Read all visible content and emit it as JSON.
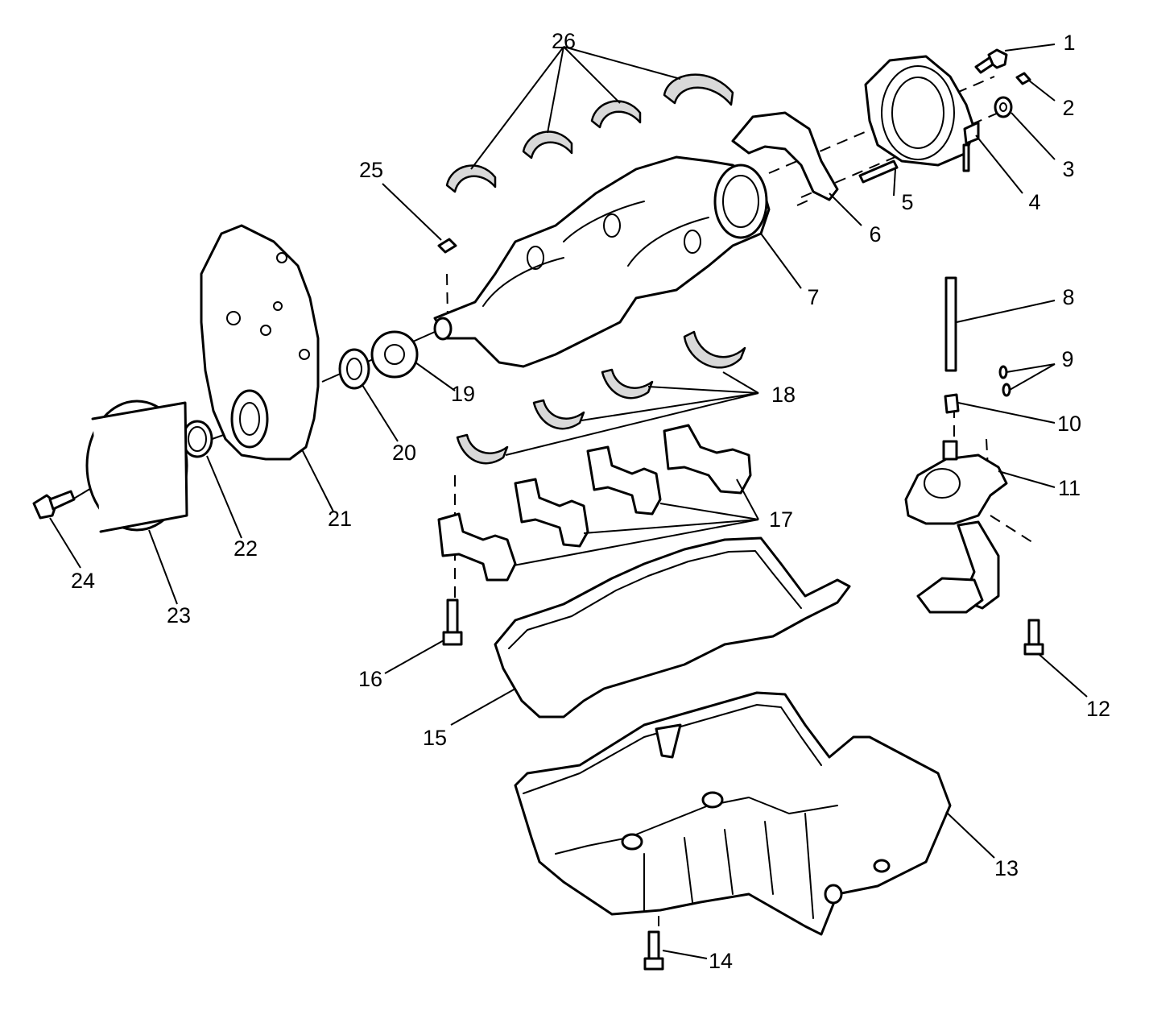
{
  "callouts": [
    "1",
    "2",
    "3",
    "4",
    "5",
    "6",
    "7",
    "8",
    "9",
    "10",
    "11",
    "12",
    "13",
    "14",
    "15",
    "16",
    "17",
    "18",
    "19",
    "20",
    "21",
    "22",
    "23",
    "24",
    "25",
    "26"
  ],
  "colors": {
    "ink": "#000000",
    "paper": "#ffffff",
    "shade": "#d9d9d9"
  }
}
